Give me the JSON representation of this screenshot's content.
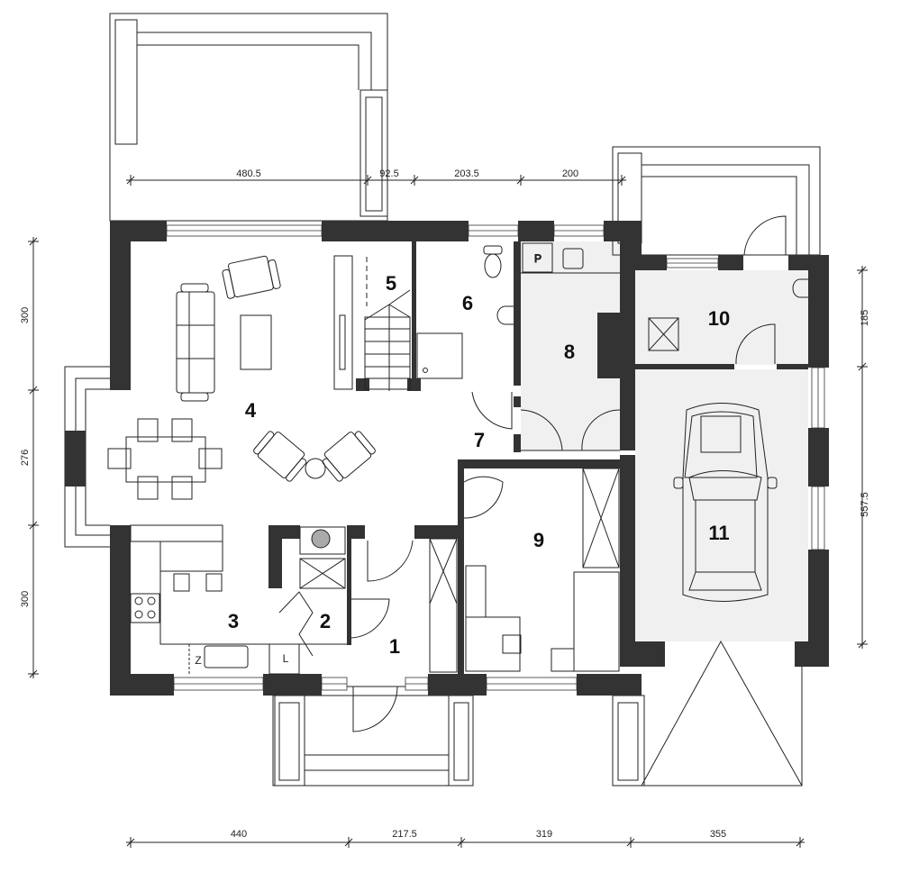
{
  "plan": {
    "rooms": [
      {
        "number": "1"
      },
      {
        "number": "2"
      },
      {
        "number": "3"
      },
      {
        "number": "4"
      },
      {
        "number": "5"
      },
      {
        "number": "6"
      },
      {
        "number": "7"
      },
      {
        "number": "8"
      },
      {
        "number": "9"
      },
      {
        "number": "10"
      },
      {
        "number": "11"
      }
    ],
    "fixtures": {
      "boiler": "P",
      "fridge": "Z",
      "dishwasher": "L"
    },
    "dimensions": {
      "top": [
        "480.5",
        "92.5",
        "203.5",
        "200"
      ],
      "bottom": [
        "440",
        "217.5",
        "319",
        "355"
      ],
      "left": [
        "300",
        "276",
        "300"
      ],
      "right": [
        "185",
        "557.5"
      ]
    },
    "colors": {
      "wall": "#333333",
      "utility_floor": "#f0f0f0"
    }
  }
}
